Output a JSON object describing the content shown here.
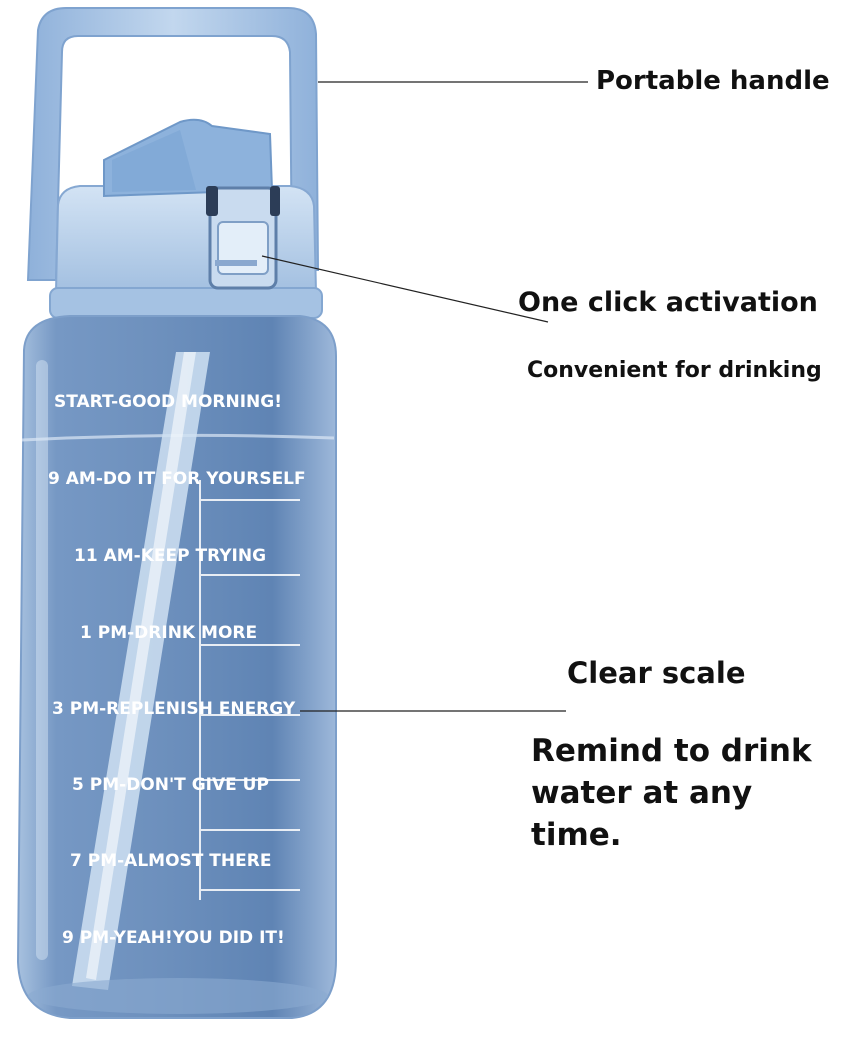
{
  "callouts": {
    "portable_handle": "Portable handle",
    "one_click": "One click activation",
    "convenient": "Convenient for drinking",
    "clear_scale": "Clear scale",
    "remind": "Remind to drink water at any time."
  },
  "bottle": {
    "markers": [
      "START-GOOD MORNING!",
      "9 AM-DO IT FOR YOURSELF",
      "11 AM-KEEP TRYING",
      "1 PM-DRINK MORE",
      "3 PM-REPLENISH ENERGY",
      "5 PM-DON'T GIVE UP",
      "7 PM-ALMOST THERE",
      "9 PM-YEAH!YOU DID IT!"
    ],
    "colors": {
      "body": "#6f95c2",
      "cap": "#b7cfe9",
      "handle": "#a9c6e8",
      "text": "#ffffff"
    }
  }
}
